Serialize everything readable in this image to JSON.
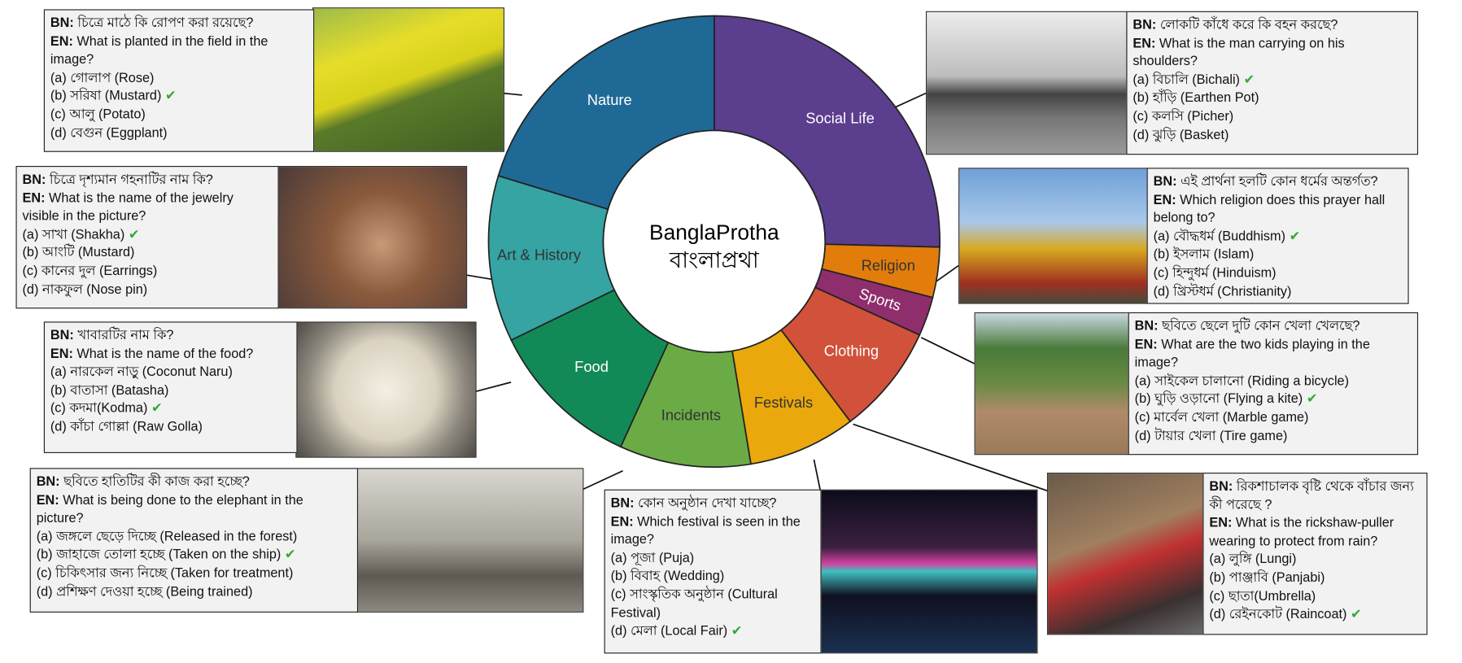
{
  "center": {
    "title_en": "BanglaProtha",
    "title_bn": "বাংলাপ্রথা"
  },
  "chart_data": {
    "type": "pie",
    "donut": true,
    "title": "BanglaProtha বাংলাপ্রথা",
    "segments": [
      {
        "label": "Social Life",
        "share": 25.4,
        "color": "#5b3e8e",
        "text": "#ffffff"
      },
      {
        "label": "Religion",
        "share": 3.6,
        "color": "#e27d0c",
        "text": "#333333"
      },
      {
        "label": "Sports",
        "share": 2.8,
        "color": "#8f2e6c",
        "text": "#ffffff"
      },
      {
        "label": "Clothing",
        "share": 7.9,
        "color": "#d1513a",
        "text": "#ffffff"
      },
      {
        "label": "Festivals",
        "share": 7.7,
        "color": "#eaa80c",
        "text": "#333333"
      },
      {
        "label": "Incidents",
        "share": 9.4,
        "color": "#6bab46",
        "text": "#333333"
      },
      {
        "label": "Food",
        "share": 11.0,
        "color": "#128a57",
        "text": "#ffffff"
      },
      {
        "label": "Art & History",
        "share": 11.9,
        "color": "#35a4a3",
        "text": "#333333"
      },
      {
        "label": "Nature",
        "share": 20.3,
        "color": "#1f6996",
        "text": "#ffffff"
      }
    ]
  },
  "labels": {
    "bn": "BN:",
    "en": "EN:"
  },
  "panels": [
    {
      "id": "nature",
      "bn": "চিত্রে মাঠে কি রোপণ করা রয়েছে?",
      "en": "What is planted in the field in the image?",
      "options": [
        {
          "text": "(a) গোলাপ (Rose)",
          "correct": false
        },
        {
          "text": "(b) সরিষা (Mustard)",
          "correct": true
        },
        {
          "text": "(c) আলু (Potato)",
          "correct": false
        },
        {
          "text": "(d) বেগুন (Eggplant)",
          "correct": false
        }
      ]
    },
    {
      "id": "jewelry",
      "bn": "চিত্রে দৃশ্যমান গহনাটির নাম কি?",
      "en": "What is the name of the jewelry visible in the picture?",
      "options": [
        {
          "text": "(a) সাখা (Shakha)",
          "correct": true
        },
        {
          "text": "(b) আংটি (Mustard)",
          "correct": false
        },
        {
          "text": "(c) কানের দুল (Earrings)",
          "correct": false
        },
        {
          "text": "(d) নাকফুল (Nose pin)",
          "correct": false
        }
      ]
    },
    {
      "id": "food",
      "bn": "খাবারটির নাম কি?",
      "en": "What is the name of the food?",
      "options": [
        {
          "text": "(a) নারকেল নাড়ু (Coconut Naru)",
          "correct": false
        },
        {
          "text": "(b) বাতাসা (Batasha)",
          "correct": false
        },
        {
          "text": "(c) কদমা(Kodma)",
          "correct": true
        },
        {
          "text": "(d) কাঁচা গোল্লা (Raw Golla)",
          "correct": false
        }
      ]
    },
    {
      "id": "elephant",
      "bn": "ছবিতে হাতিটির কী কাজ করা হচ্ছে?",
      "en": "What is being done to the elephant in the picture?",
      "options": [
        {
          "text": "(a) জঙ্গলে ছেড়ে দিচ্ছে (Released in the forest)",
          "correct": false
        },
        {
          "text": "(b) জাহাজে তোলা হচ্ছে (Taken on the ship)",
          "correct": true
        },
        {
          "text": "(c)  চিকিৎসার জন্য নিচ্ছে (Taken for treatment)",
          "correct": false
        },
        {
          "text": "(d) প্রশিক্ষণ দেওয়া হচ্ছে (Being trained)",
          "correct": false
        }
      ]
    },
    {
      "id": "festival",
      "bn": "কোন অনুষ্ঠান দেখা যাচ্ছে?",
      "en": "Which festival is seen in the image?",
      "options": [
        {
          "text": "(a) পূজা (Puja)",
          "correct": false
        },
        {
          "text": "(b) বিবাহ (Wedding)",
          "correct": false
        },
        {
          "text": "(c) সাংস্কৃতিক অনুষ্ঠান (Cultural Festival)",
          "correct": false
        },
        {
          "text": "(d) মেলা (Local Fair)",
          "correct": true
        }
      ]
    },
    {
      "id": "rickshaw",
      "bn": "রিকশাচালক বৃষ্টি থেকে বাঁচার জন্য কী পরেছে ?",
      "en": "What is the rickshaw-puller wearing to protect from rain?",
      "options": [
        {
          "text": "(a) লুঙ্গি (Lungi)",
          "correct": false
        },
        {
          "text": "(b) পাঞ্জাবি (Panjabi)",
          "correct": false
        },
        {
          "text": "(c) ছাতা(Umbrella)",
          "correct": false
        },
        {
          "text": "(d) রেইনকোট (Raincoat)",
          "correct": true
        }
      ]
    },
    {
      "id": "sports",
      "bn": "ছবিতে ছেলে দুটি কোন খেলা খেলছে?",
      "en": "What are the two kids playing in the image?",
      "options": [
        {
          "text": "(a) সাইকেল চালানো (Riding a bicycle)",
          "correct": false
        },
        {
          "text": "(b) ঘুড়ি ওড়ানো (Flying a kite)",
          "correct": true
        },
        {
          "text": "(c) মার্বেল খেলা (Marble game)",
          "correct": false
        },
        {
          "text": "(d) টায়ার খেলা (Tire game)",
          "correct": false
        }
      ]
    },
    {
      "id": "religion",
      "bn": "এই প্রার্থনা হলটি কোন ধর্মের অন্তর্গত?",
      "en": "Which religion does this prayer hall belong to?",
      "options": [
        {
          "text": "(a) বৌদ্ধধর্ম (Buddhism)",
          "correct": true
        },
        {
          "text": "(b) ইসলাম (Islam)",
          "correct": false
        },
        {
          "text": "(c) হিন্দুধর্ম (Hinduism)",
          "correct": false
        },
        {
          "text": "(d) খ্রিস্টধর্ম (Christianity)",
          "correct": false
        }
      ]
    },
    {
      "id": "social",
      "bn": "লোকটি কাঁধে করে কি বহন করছে?",
      "en": "What is the man carrying on his shoulders?",
      "options": [
        {
          "text": "(a) বিচালি (Bichali)",
          "correct": true
        },
        {
          "text": "(b) হাঁড়ি (Earthen Pot)",
          "correct": false
        },
        {
          "text": "(c) কলসি (Picher)",
          "correct": false
        },
        {
          "text": "(d) ঝুড়ি (Basket)",
          "correct": false
        }
      ]
    }
  ],
  "check_symbol": "✔"
}
